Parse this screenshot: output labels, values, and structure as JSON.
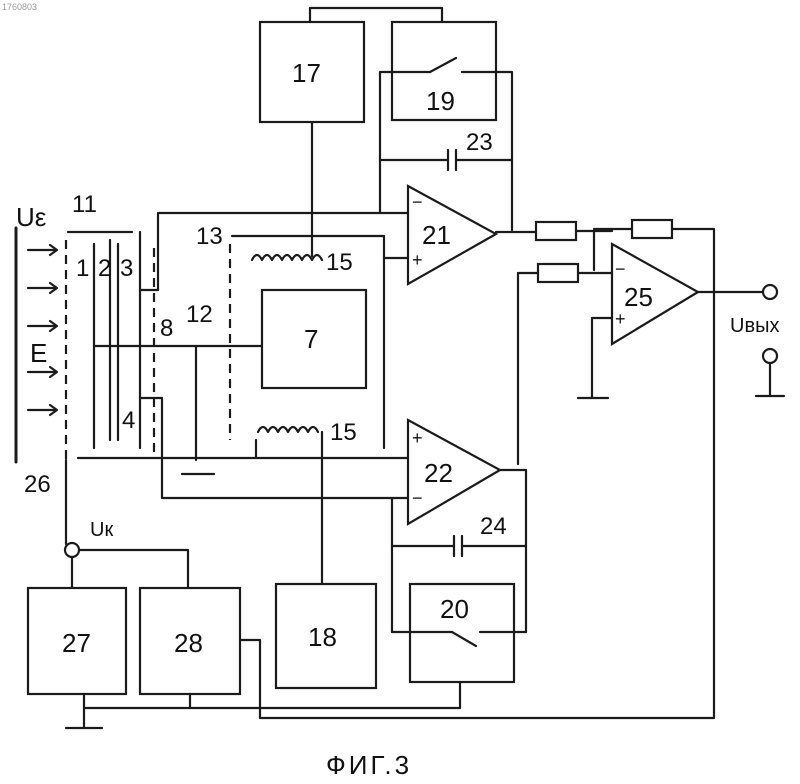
{
  "doc_number": "1760803",
  "caption": "ФИГ.3",
  "terminals": {
    "ue": "Uε",
    "e_field": "E",
    "uk": "Uк",
    "uout": "Uвых"
  },
  "ref_numbers": {
    "n1": "1",
    "n2": "2",
    "n3": "3",
    "n4": "4",
    "n7": "7",
    "n8": "8",
    "n11": "11",
    "n12": "12",
    "n13": "13",
    "n15a": "15",
    "n15b": "15",
    "n17": "17",
    "n18": "18",
    "n19": "19",
    "n20": "20",
    "n21": "21",
    "n22": "22",
    "n23": "23",
    "n24": "24",
    "n25": "25",
    "n26": "26",
    "n27": "27",
    "n28": "28"
  },
  "signs": {
    "minus": "−",
    "plus": "+"
  }
}
